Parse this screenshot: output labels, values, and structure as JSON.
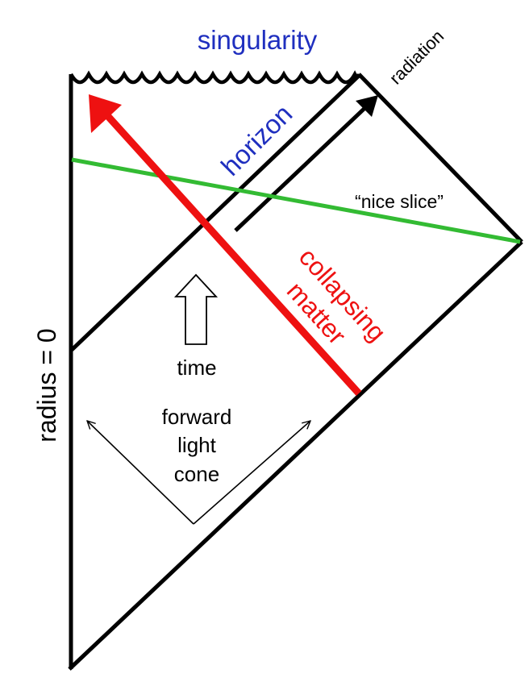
{
  "labels": {
    "singularity": "singularity",
    "radiation": "radiation",
    "horizon": "horizon",
    "nice_slice": "“nice slice”",
    "collapsing": "collapsing",
    "matter": "matter",
    "time": "time",
    "forward": "forward",
    "light": "light",
    "cone": "cone",
    "radius": "radius = 0"
  },
  "colors": {
    "singularity": "#1f2fbf",
    "horizon": "#1f2fbf",
    "collapsing_matter": "#ee1111",
    "nice_slice": "#33bb33",
    "lines": "#000000"
  }
}
